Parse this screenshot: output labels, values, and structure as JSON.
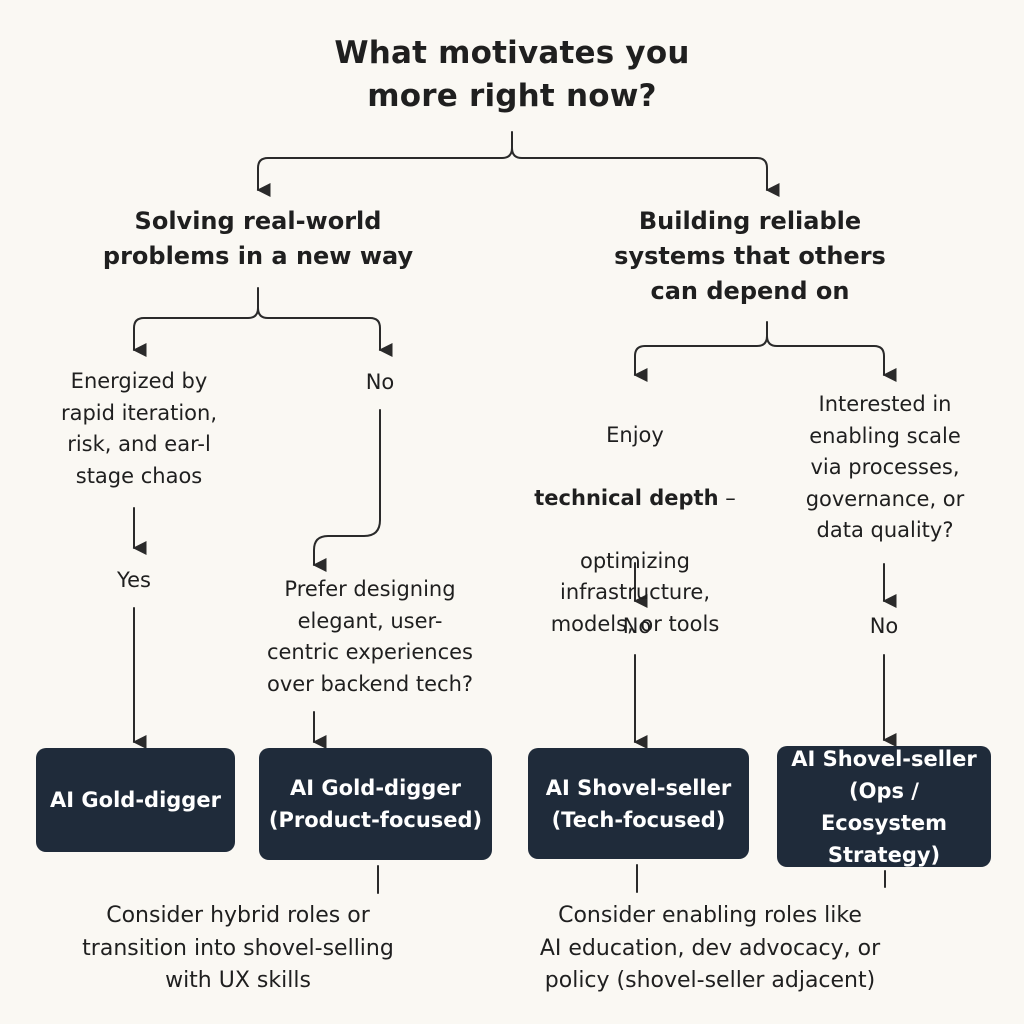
{
  "title": "What motivates you\nmore right now?",
  "branches": {
    "left": "Solving real-world\nproblems in a new way",
    "right": "Building reliable\nsystems that others\ncan depend on"
  },
  "questions": {
    "energized": "Energized by\nrapid iteration,\nrisk, and ear-l\nstage chaos",
    "prefer_design": "Prefer designing\nelegant, user-\ncentric experiences\nover backend tech?",
    "enjoy_line1": "Enjoy",
    "enjoy_emph": "technical depth",
    "enjoy_dash": " –",
    "enjoy_rest": "optimizing\ninfrastructure,\nmodels, or tools",
    "interested": "Interested in\nenabling scale\nvia processes,\ngovernance, or\ndata quality?"
  },
  "answers": {
    "left_no": "No",
    "yes": "Yes",
    "tech_no": "No",
    "ops_no": "No"
  },
  "outcomes": {
    "gold_digger": "AI Gold-digger",
    "gold_digger_product": "AI Gold-digger\n(Product-focused)",
    "shovel_tech": "AI Shovel-seller\n(Tech-focused)",
    "shovel_ops": "AI Shovel-seller\n(Ops / Ecosystem\nStrategy)"
  },
  "notes": {
    "left": "Consider hybrid roles or\ntransition into shovel-selling\nwith UX skills",
    "right": "Consider enabling roles like\nAI education, dev advocacy, or\npolicy (shovel-seller adjacent)"
  },
  "colors": {
    "background": "#faf8f3",
    "box_fill": "#1f2b3a",
    "line": "#2a2a2a"
  }
}
